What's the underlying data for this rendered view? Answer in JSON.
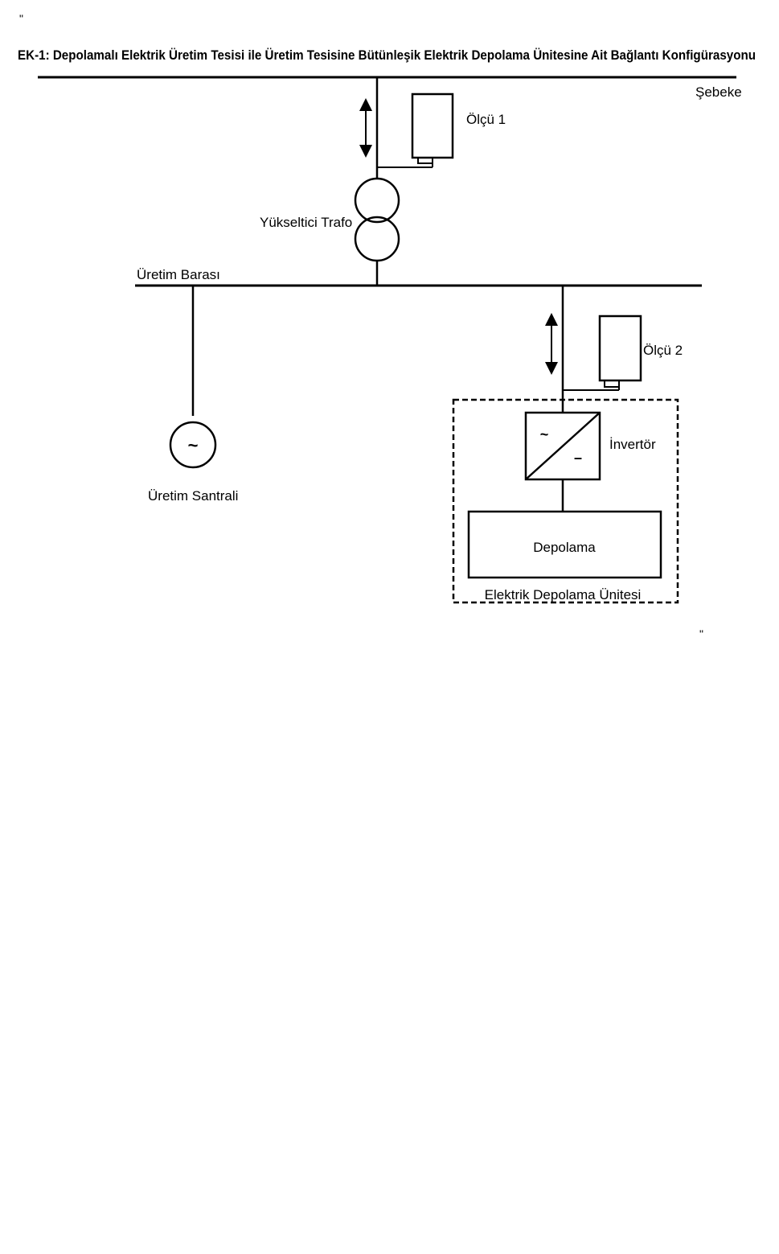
{
  "document": {
    "quote_open": "\"",
    "quote_close": "\"",
    "title": "EK-1: Depolamalı Elektrik Üretim Tesisi ile Üretim Tesisine Bütünleşik Elektrik Depolama Ünitesine Ait Bağlantı Konfigürasyonu"
  },
  "diagram": {
    "grid_label": "Şebeke",
    "meter1_label": "Ölçü 1",
    "transformer_label": "Yükseltici Trafo",
    "busbar_label": "Üretim Barası",
    "meter2_label": "Ölçü 2",
    "generator_symbol": "~",
    "generator_label": "Üretim Santrali",
    "inverter_ac_symbol": "~",
    "inverter_dc_symbol": "–",
    "inverter_label": "İnvertör",
    "storage_label": "Depolama",
    "storage_unit_label": "Elektrik Depolama Ünitesi"
  }
}
